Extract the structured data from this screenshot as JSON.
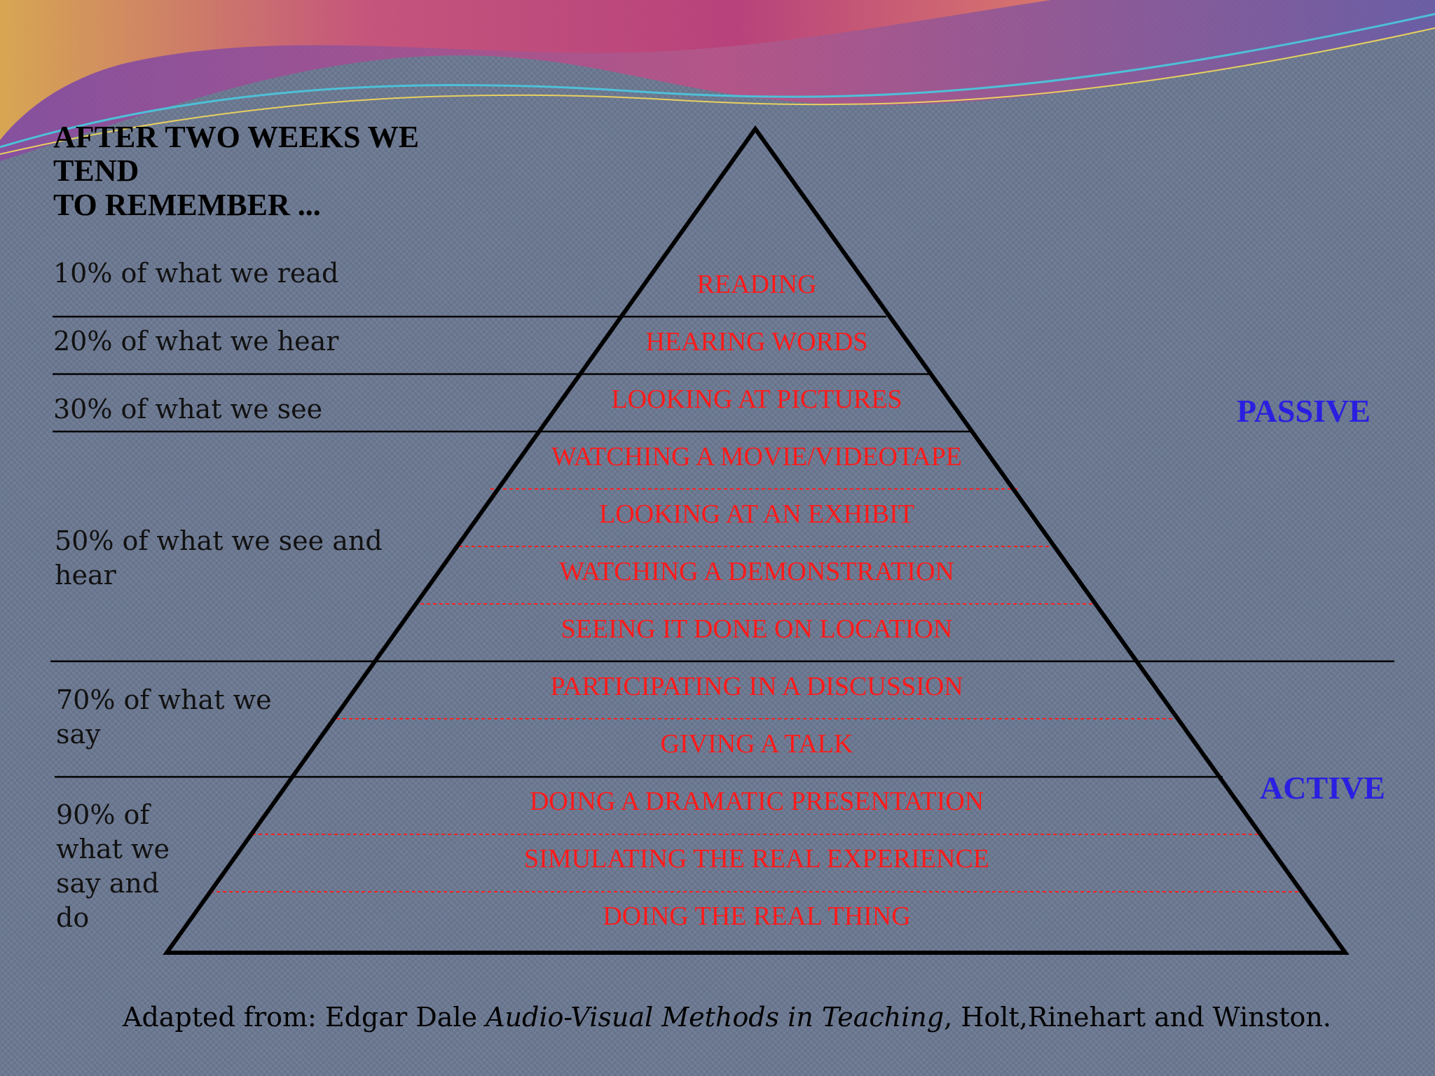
{
  "heading": {
    "lines": [
      "AFTER TWO WEEKS WE",
      "TEND",
      "TO REMEMBER ..."
    ]
  },
  "retention_groups": [
    {
      "lines": [
        "10% of what we read"
      ]
    },
    {
      "lines": [
        "20% of what we hear"
      ]
    },
    {
      "lines": [
        "30% of what we see"
      ]
    },
    {
      "lines": [
        "50% of what we see and",
        "hear"
      ]
    },
    {
      "lines": [
        "70% of what we",
        "say"
      ]
    },
    {
      "lines": [
        "90% of",
        "what we",
        "say and",
        "do"
      ]
    }
  ],
  "levels": [
    {
      "label": "READING"
    },
    {
      "label": "HEARING WORDS"
    },
    {
      "label": "LOOKING AT PICTURES"
    },
    {
      "label": "WATCHING A MOVIE/VIDEOTAPE"
    },
    {
      "label": "LOOKING AT AN EXHIBIT"
    },
    {
      "label": "WATCHING A DEMONSTRATION"
    },
    {
      "label": "SEEING  IT DONE ON LOCATION"
    },
    {
      "label": "PARTICIPATING IN A DISCUSSION"
    },
    {
      "label": "GIVING A TALK"
    },
    {
      "label": "DOING A  DRAMATIC PRESENTATION"
    },
    {
      "label": "SIMULATING THE REAL EXPERIENCE"
    },
    {
      "label": "DOING THE REAL THING"
    }
  ],
  "side_labels": {
    "passive": "PASSIVE",
    "active": "ACTIVE"
  },
  "credit": {
    "prefix": "Adapted from: Edgar Dale ",
    "title": "Audio-Visual Methods in Teaching",
    "suffix": ", Holt,Rinehart  and Winston."
  },
  "colors": {
    "background": "#6b7891",
    "level_text": "#ff1a1a",
    "side_text": "#2a1fe0",
    "line": "#000000",
    "dashed": "#ff2020"
  }
}
